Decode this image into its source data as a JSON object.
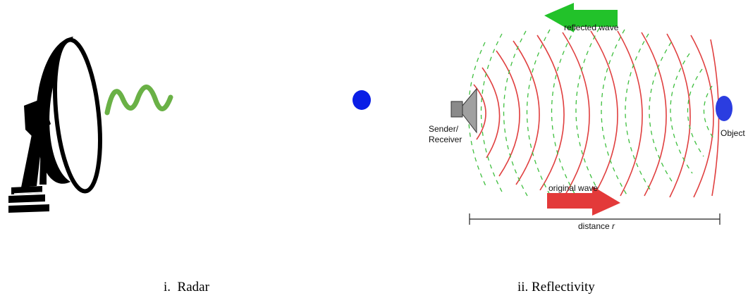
{
  "panels": {
    "left": {
      "caption": "i.  Radar"
    },
    "right": {
      "caption": "ii. Reflectivity",
      "reflected_wave_label": "reflected wave",
      "original_wave_label": "original wave",
      "sender_label_line1": "Sender/",
      "sender_label_line2": "Receiver",
      "object_label": "Object",
      "distance_label_prefix": "distance ",
      "distance_label_var": "r"
    }
  },
  "colors": {
    "radar_dish": "#000000",
    "radar_wave": "#5aa832",
    "target_dot": "#0a1ee6",
    "object": "#2b3de0",
    "reflected_wave": "#22c22a",
    "original_wave": "#e33a3a",
    "wavefront_solid": "#e04040",
    "wavefront_dashed": "#3fbf3f",
    "speaker": "#8a8a8a"
  },
  "icons": {
    "radar": "radar-dish-icon",
    "sender": "speaker-icon"
  }
}
